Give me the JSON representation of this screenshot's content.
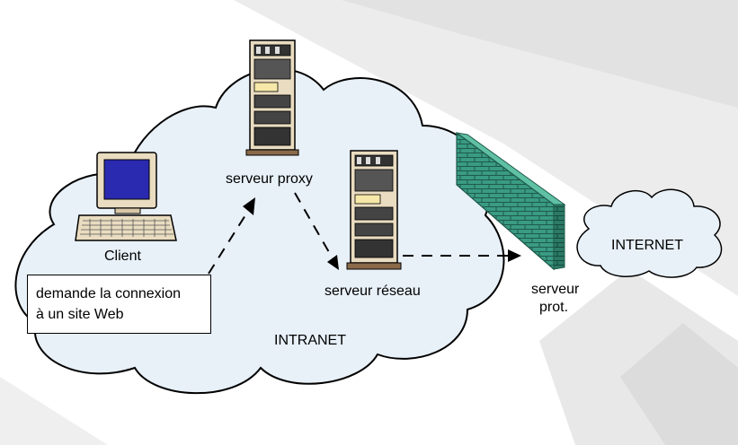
{
  "labels": {
    "client": "Client",
    "proxy": "serveur proxy",
    "network_server": "serveur réseau",
    "firewall_line1": "serveur",
    "firewall_line2": "prot.",
    "intranet": "INTRANET",
    "internet": "INTERNET"
  },
  "note": {
    "line1": "demande la connexion",
    "line2": "à un site Web"
  },
  "colors": {
    "cloud_fill": "#e8f0f8",
    "firewall_front": "#3a9b83",
    "firewall_top": "#5fc0a4",
    "firewall_side": "#2b7a66",
    "monitor_screen": "#2a2ab0",
    "device_beige": "#e9dcc0",
    "server_base": "#8a6a4a"
  }
}
